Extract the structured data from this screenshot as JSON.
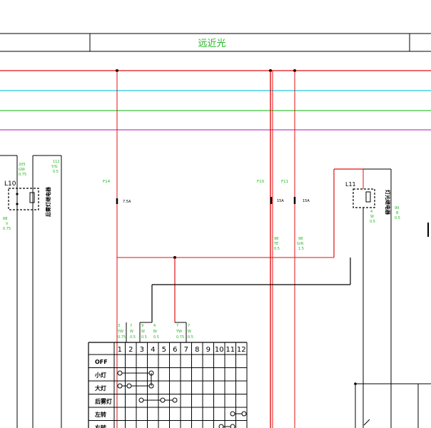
{
  "header": {
    "title": "远近光"
  },
  "relays": {
    "l10": {
      "id": "L10",
      "name": "后雾灯继电器",
      "wire_top": [
        "205",
        "GW",
        "0.75"
      ],
      "wire_bottom": [
        "6B",
        "V",
        "0.75"
      ],
      "wire_right": [
        "112",
        "Y/G",
        "0.5"
      ]
    },
    "l11": {
      "id": "L11",
      "name": "灯光继电器",
      "wire_bottom": [
        "4",
        "W",
        "0.5"
      ],
      "wire_right": [
        "99",
        "B",
        "0.5"
      ]
    }
  },
  "fuses": {
    "f14": {
      "id": "F14",
      "rating": "7.5A"
    },
    "f10": {
      "id": "F10",
      "rating": "15A",
      "wire": [
        "98",
        "YE",
        "0.5"
      ]
    },
    "f11": {
      "id": "F11",
      "rating": "15A",
      "wire": [
        "98",
        "GrR",
        "1.5"
      ]
    }
  },
  "connector_wires": [
    [
      "3",
      "YW",
      "0.75"
    ],
    [
      "7",
      "W",
      "0.5"
    ],
    [
      "9",
      "W",
      "0.5"
    ],
    [
      "4",
      "Br",
      "0.5"
    ],
    [
      "7",
      "YW",
      "0.75"
    ],
    [
      "7",
      "W",
      "0.5"
    ]
  ],
  "switch_table": {
    "columns": [
      "1",
      "2",
      "3",
      "4",
      "5",
      "6",
      "7",
      "8",
      "9",
      "10",
      "11",
      "12"
    ],
    "rows": [
      "OFF",
      "小灯",
      "大灯",
      "后雾灯",
      "左转",
      "右转"
    ]
  }
}
